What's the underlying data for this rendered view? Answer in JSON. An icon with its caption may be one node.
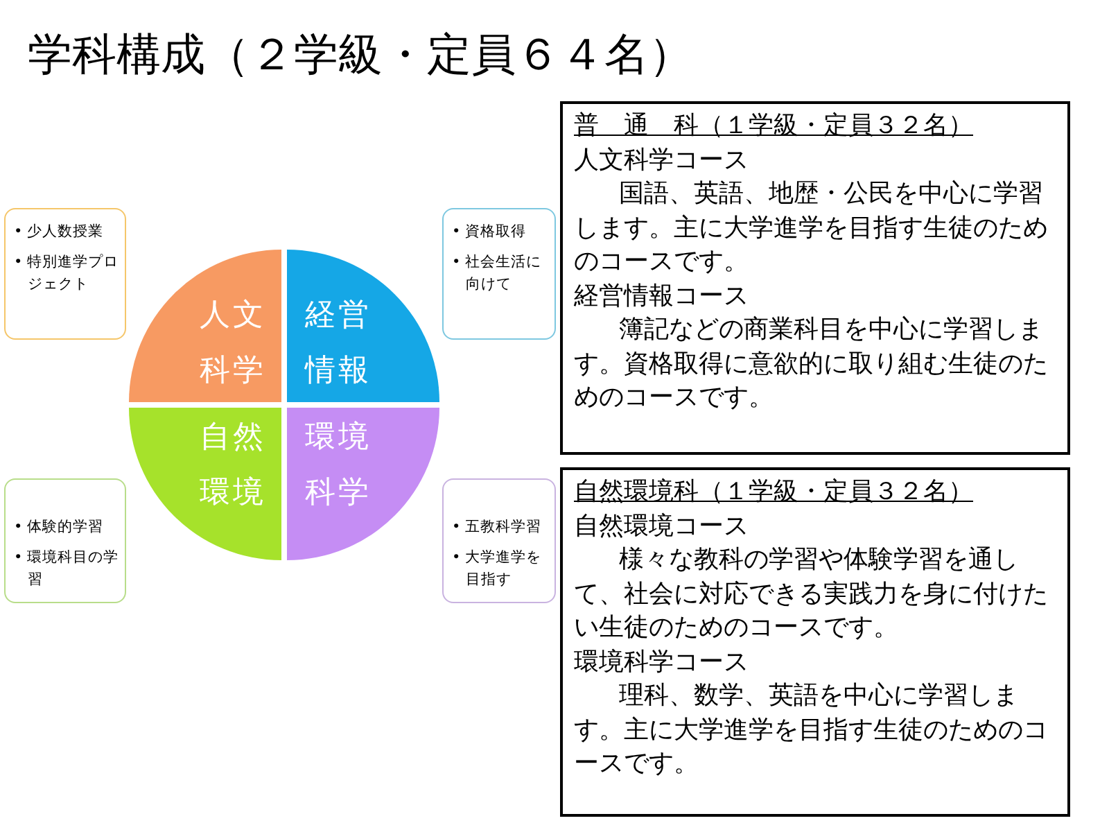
{
  "diagram": {
    "title": "学科構成（２学級・定員６４名）",
    "nodes": [
      {
        "text": [
          "• 少人数授業",
          "• 特別進学プロジェクト"
        ]
      },
      {
        "text": [
          "• 資格取得",
          "• 社会生活に向けて"
        ]
      },
      {
        "text": [
          "• 体験的学習",
          "• 環境科目の学習"
        ]
      },
      {
        "text": [
          "• 五教科学習",
          "• 大学進学を目指す"
        ]
      },
      {
        "text": [
          "人文科学"
        ]
      },
      {
        "text": [
          "経営情報"
        ]
      },
      {
        "text": [
          "自然環境"
        ]
      },
      {
        "text": [
          "環境科学"
        ]
      },
      {
        "text": [
          "普　通　科（１学級・定員３２名）",
          "人文科学コース",
          "国語、英語、地歴・公民を中心に学習します。主に大学進学を目指す生徒のためのコースです。",
          "経営情報コース",
          "簿記などの商業科目を中心に学習します。資格取得に意欲的に取り組む生徒のためのコースです。"
        ]
      },
      {
        "text": [
          "自然環境科（１学級・定員３２名）",
          "自然環境コース",
          "様々な教科の学習や体験学習を通して、社会に対応できる実践力を身に付けたい生徒のためのコースです。",
          "環境科学コース",
          "理科、数学、英語を中心に学習します。主に大学進学を目指す生徒のためのコースです。"
        ]
      }
    ],
    "edges": []
  }
}
